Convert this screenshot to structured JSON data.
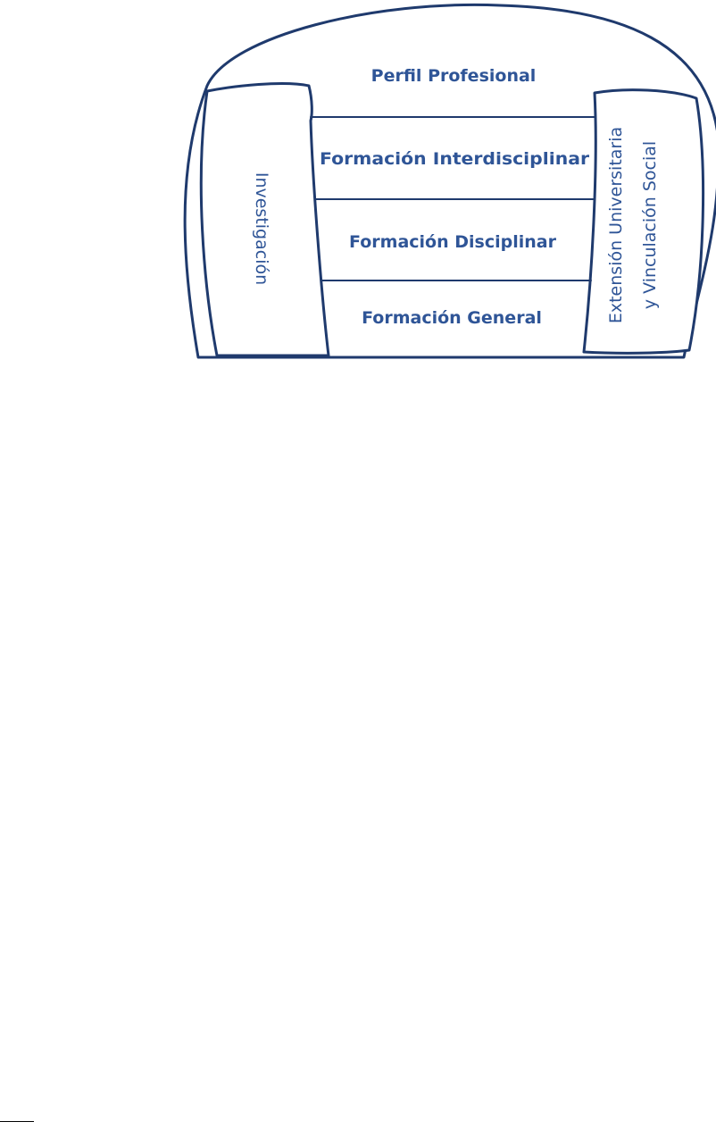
{
  "diagram": {
    "top": "Perfil Profesional",
    "layers": [
      "Formación Interdisciplinar",
      "Formación Disciplinar",
      "Formación General"
    ],
    "left_pillar": "Investigación",
    "right_pillar": {
      "line1": "Extensión Universitaria",
      "line2": "y Vinculación Social"
    },
    "colors": {
      "outline": "#1f3a6d",
      "text": "#2f5597"
    }
  }
}
